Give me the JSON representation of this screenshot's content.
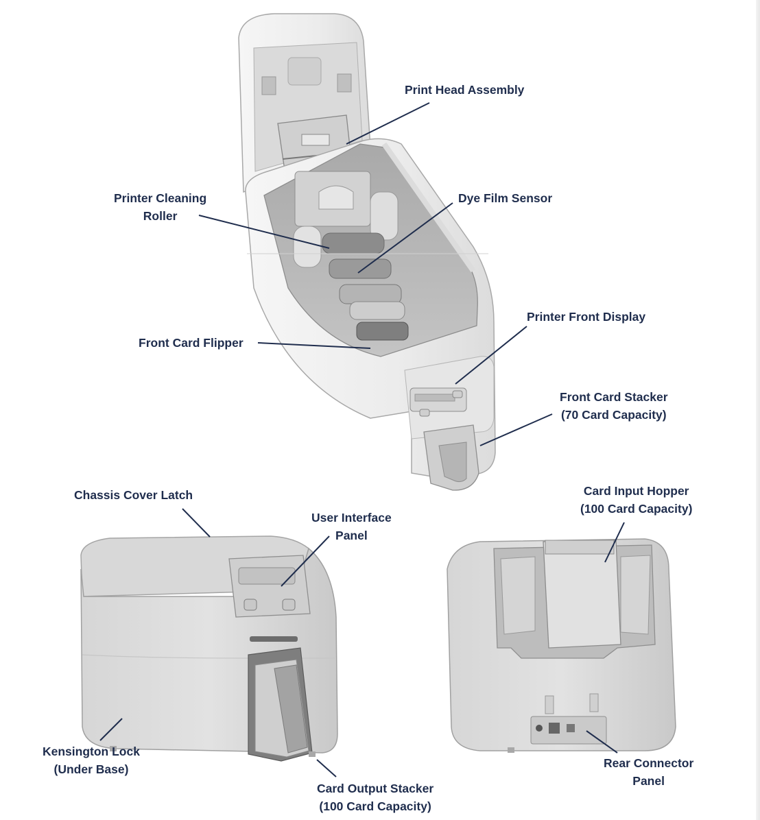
{
  "labels": {
    "print_head_assembly": "Print Head Assembly",
    "cleaning_roller_line1": "Printer Cleaning",
    "cleaning_roller_line2": "Roller",
    "dye_film_sensor": "Dye Film Sensor",
    "front_display": "Printer Front Display",
    "front_card_flipper": "Front Card Flipper",
    "front_stacker_line1": "Front Card Stacker",
    "front_stacker_line2": "(70 Card Capacity)",
    "chassis_cover_latch": "Chassis Cover Latch",
    "user_interface_line1": "User Interface",
    "user_interface_line2": "Panel",
    "input_hopper_line1": "Card Input Hopper",
    "input_hopper_line2": "(100 Card Capacity)",
    "kensington_line1": "Kensington Lock",
    "kensington_line2": "(Under Base)",
    "output_stacker_line1": "Card Output Stacker",
    "output_stacker_line2": "(100 Card Capacity)",
    "rear_connector_line1": "Rear Connector",
    "rear_connector_line2": "Panel"
  },
  "colors": {
    "label_text": "#1f2d4d",
    "leader_line": "#1f2d4d",
    "printer_body": "#e4e4e4",
    "printer_shadow": "#c8c8c8",
    "printer_outline": "#9a9a9a",
    "printer_interior": "#bdbdbd"
  }
}
